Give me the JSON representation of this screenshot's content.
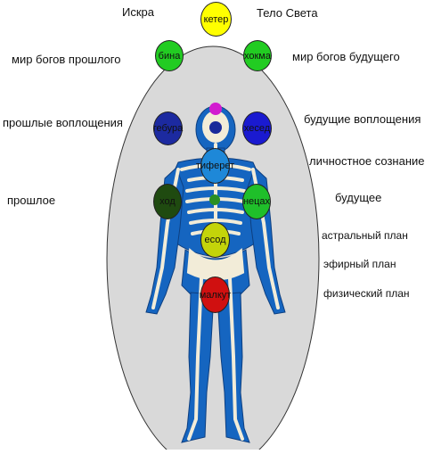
{
  "diagram": {
    "left_labels": {
      "spark": "Искра",
      "gods_past": "мир богов прошлого",
      "past_incarnations": "прошлые воплощения",
      "past": "прошлое"
    },
    "right_labels": {
      "light_body": "Тело Света",
      "gods_future": "мир богов будущего",
      "future_incarnations": "будущие воплощения",
      "personal_consciousness": "личностное сознание",
      "future": "будущее",
      "astral_plane": "астральный план",
      "etheric_plane": "эфирный план",
      "physical_plane": "физический план"
    },
    "sephirot": {
      "keter": {
        "label": "кетер",
        "color": "#ffff00"
      },
      "binah": {
        "label": "бина",
        "color": "#22cc22"
      },
      "chokmah": {
        "label": "хокма",
        "color": "#22cc22"
      },
      "gevurah": {
        "label": "гебура",
        "color": "#1c2aa0"
      },
      "chesed": {
        "label": "хесед",
        "color": "#1a1ad0"
      },
      "tiferet": {
        "label": "тиферет",
        "color": "#1e88d8"
      },
      "hod": {
        "label": "ход",
        "color": "#1f4a10"
      },
      "netzach": {
        "label": "нецах",
        "color": "#1fbf2a"
      },
      "yesod": {
        "label": "есод",
        "color": "#c4d40a"
      },
      "malkuth": {
        "label": "малкут",
        "color": "#d01010"
      }
    },
    "minor_dots": {
      "crown_dot": {
        "color": "#d21ccf"
      },
      "head_dot": {
        "color": "#1a2a9a"
      },
      "heart_dot": {
        "color": "#2a8f22"
      }
    },
    "colors": {
      "aura": "#d9d9d9",
      "body": "#1565c0",
      "bone": "#f2ecd8"
    }
  }
}
